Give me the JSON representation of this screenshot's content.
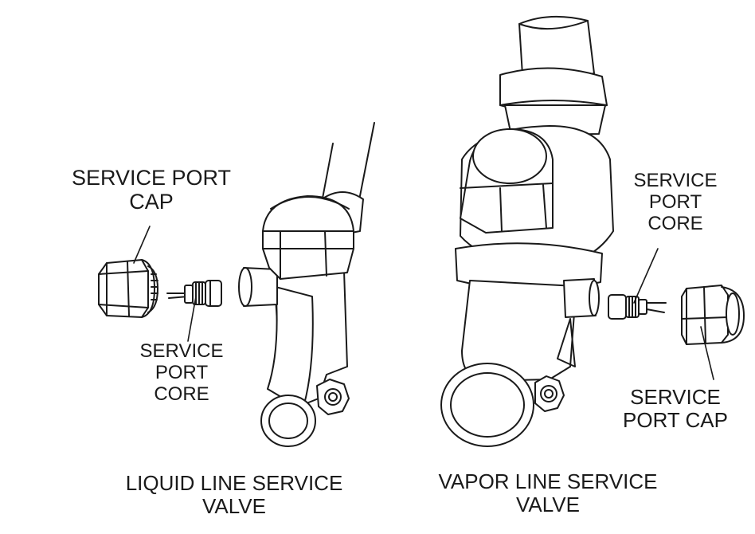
{
  "labels": {
    "left_cap": [
      "SERVICE PORT",
      "CAP"
    ],
    "left_core": [
      "SERVICE",
      "PORT",
      "CORE"
    ],
    "liquid_title": [
      "LIQUID LINE SERVICE",
      "VALVE"
    ],
    "right_core": [
      "SERVICE",
      "PORT",
      "CORE"
    ],
    "right_cap": [
      "SERVICE",
      "PORT CAP"
    ],
    "vapor_title": [
      "VAPOR LINE SERVICE",
      "VALVE"
    ]
  }
}
